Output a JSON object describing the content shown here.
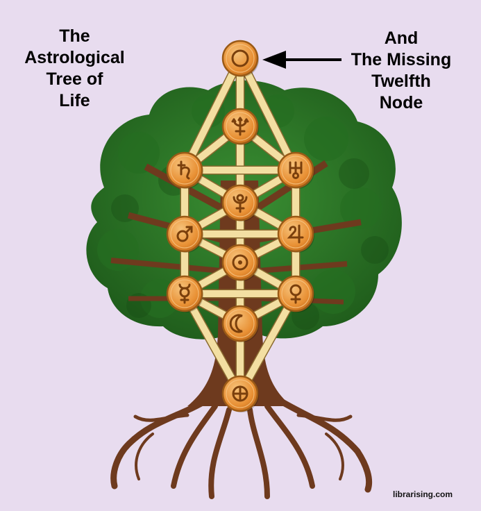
{
  "title_left": [
    "The",
    "Astrological",
    "Tree of",
    "Life"
  ],
  "title_right": [
    "And",
    "The Missing",
    "Twelfth",
    "Node"
  ],
  "credit": "librarising.com",
  "colors": {
    "background": "#e8dcef",
    "foliage": "#2f7a2a",
    "foliage_dark": "#1d5219",
    "trunk": "#6e3a1e",
    "path": "#f3dfa2",
    "node_fill": "#e9993f",
    "node_border": "#9a5a16",
    "glyph": "#7a3f0c"
  },
  "nodes": [
    {
      "id": "top",
      "glyph": "empty-circle"
    },
    {
      "id": "neptune",
      "glyph": "neptune"
    },
    {
      "id": "saturn",
      "glyph": "saturn"
    },
    {
      "id": "uranus",
      "glyph": "uranus"
    },
    {
      "id": "pluto",
      "glyph": "pluto"
    },
    {
      "id": "mars",
      "glyph": "mars"
    },
    {
      "id": "jupiter",
      "glyph": "jupiter"
    },
    {
      "id": "sun",
      "glyph": "sun"
    },
    {
      "id": "mercury",
      "glyph": "mercury"
    },
    {
      "id": "venus",
      "glyph": "venus"
    },
    {
      "id": "moon",
      "glyph": "moon"
    },
    {
      "id": "earth",
      "glyph": "earth"
    }
  ],
  "paths": [
    [
      "top",
      "neptune"
    ],
    [
      "top",
      "saturn"
    ],
    [
      "top",
      "uranus"
    ],
    [
      "neptune",
      "saturn"
    ],
    [
      "neptune",
      "uranus"
    ],
    [
      "neptune",
      "pluto"
    ],
    [
      "saturn",
      "uranus"
    ],
    [
      "saturn",
      "mars"
    ],
    [
      "saturn",
      "pluto"
    ],
    [
      "uranus",
      "jupiter"
    ],
    [
      "uranus",
      "pluto"
    ],
    [
      "pluto",
      "sun"
    ],
    [
      "mars",
      "jupiter"
    ],
    [
      "mars",
      "sun"
    ],
    [
      "mars",
      "mercury"
    ],
    [
      "mars",
      "pluto"
    ],
    [
      "jupiter",
      "pluto"
    ],
    [
      "jupiter",
      "sun"
    ],
    [
      "jupiter",
      "venus"
    ],
    [
      "sun",
      "mercury"
    ],
    [
      "sun",
      "venus"
    ],
    [
      "sun",
      "moon"
    ],
    [
      "mercury",
      "venus"
    ],
    [
      "mercury",
      "moon"
    ],
    [
      "venus",
      "moon"
    ],
    [
      "mercury",
      "earth"
    ],
    [
      "venus",
      "earth"
    ],
    [
      "moon",
      "earth"
    ]
  ]
}
